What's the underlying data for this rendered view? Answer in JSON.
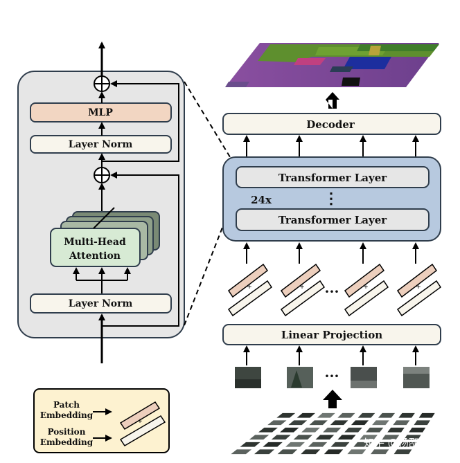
{
  "encoder_block": {
    "mlp_label": "MLP",
    "layer_norm_top_label": "Layer Norm",
    "attention_label_line1": "Multi-Head",
    "attention_label_line2": "Attention",
    "layer_norm_bottom_label": "Layer Norm"
  },
  "pipeline": {
    "decoder_label": "Decoder",
    "transformer_layer_top_label": "Transformer Layer",
    "repeat_label": "24x",
    "vertical_dots": "⋮",
    "transformer_layer_bottom_label": "Transformer Layer",
    "linear_projection_label": "Linear Projection",
    "token_ellipsis": "···",
    "patch_ellipsis": "···"
  },
  "legend": {
    "patch_line1": "Patch",
    "patch_line2": "Embedding",
    "position_line1": "Position",
    "position_line2": "Embedding"
  },
  "watermark": "知乎 @杨邵华",
  "colors": {
    "block_bg": "#e6e6e6",
    "transformer_bg": "#b7c9df",
    "mlp_fill": "#f2d6c2",
    "attention_fill": "#d7ead4",
    "box_fill": "#f8f5ec",
    "legend_fill": "#fdf2d0",
    "patch_fill": "#edcfbd"
  }
}
